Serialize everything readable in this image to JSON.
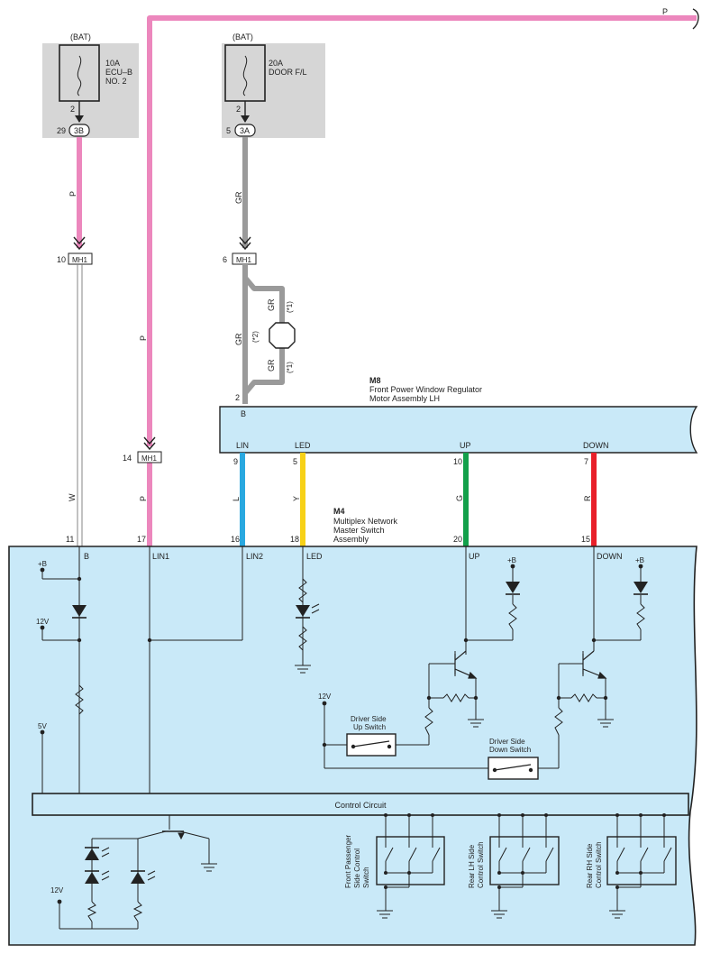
{
  "fuses": [
    {
      "source": "(BAT)",
      "rating": "10A",
      "name1": "ECU–B",
      "name2": "NO. 2",
      "pin": "2",
      "conn_pin": "29",
      "conn": "3B"
    },
    {
      "source": "(BAT)",
      "rating": "20A",
      "name1": "DOOR F/L",
      "name2": "",
      "pin": "2",
      "conn_pin": "5",
      "conn": "3A"
    }
  ],
  "wires": {
    "p_top": "P",
    "p_left": "P",
    "gr_top": "GR",
    "p_mid": "P",
    "p_lower": "P",
    "w_lower": "W",
    "gr_left": "GR",
    "gr_right_top": "GR",
    "gr_right_bot": "GR",
    "l": "L",
    "y": "Y",
    "g": "G",
    "r": "R"
  },
  "notes": {
    "n1a": "(*1)",
    "n1b": "(*1)",
    "n2": "(*2)"
  },
  "mh1": [
    {
      "pin": "10",
      "name": "MH1"
    },
    {
      "pin": "6",
      "name": "MH1"
    },
    {
      "pin": "14",
      "name": "MH1"
    }
  ],
  "m8": {
    "id": "M8",
    "title1": "Front Power Window Regulator",
    "title2": "Motor Assembly LH",
    "pin_b_num": "2",
    "pin_b": "B",
    "pins": [
      {
        "label": "LIN",
        "num": "9"
      },
      {
        "label": "LED",
        "num": "5"
      },
      {
        "label": "UP",
        "num": "10"
      },
      {
        "label": "DOWN",
        "num": "7"
      }
    ]
  },
  "m4": {
    "id": "M4",
    "title1": "Multiplex Network",
    "title2": "Master Switch",
    "title3": "Assembly",
    "pins": [
      {
        "num": "11",
        "label": "B"
      },
      {
        "num": "17",
        "label": "LIN1"
      },
      {
        "num": "16",
        "label": "LIN2"
      },
      {
        "num": "18",
        "label": "LED"
      },
      {
        "num": "20",
        "label": "UP"
      },
      {
        "num": "15",
        "label": "DOWN"
      }
    ]
  },
  "internal": {
    "plus_b": "+B",
    "v12": "12V",
    "v5": "5V",
    "driver_up1": "Driver Side",
    "driver_up2": "Up Switch",
    "driver_down1": "Driver Side",
    "driver_down2": "Down Switch",
    "control_circuit": "Control Circuit",
    "fp1": "Front Passenger",
    "fp2": "Side Control",
    "fp3": "Switch",
    "rl1": "Rear LH Side",
    "rl2": "Control Switch",
    "rr1": "Rear RH Side",
    "rr2": "Control Switch"
  },
  "colors": {
    "pink": "#ec87bd",
    "gray": "#9a9a9a",
    "blue": "#29a8e0",
    "yellow": "#f7d117",
    "green": "#12a04a",
    "red": "#e8202a",
    "panel": "#c9e9f8",
    "fusebox": "#d6d6d6"
  }
}
